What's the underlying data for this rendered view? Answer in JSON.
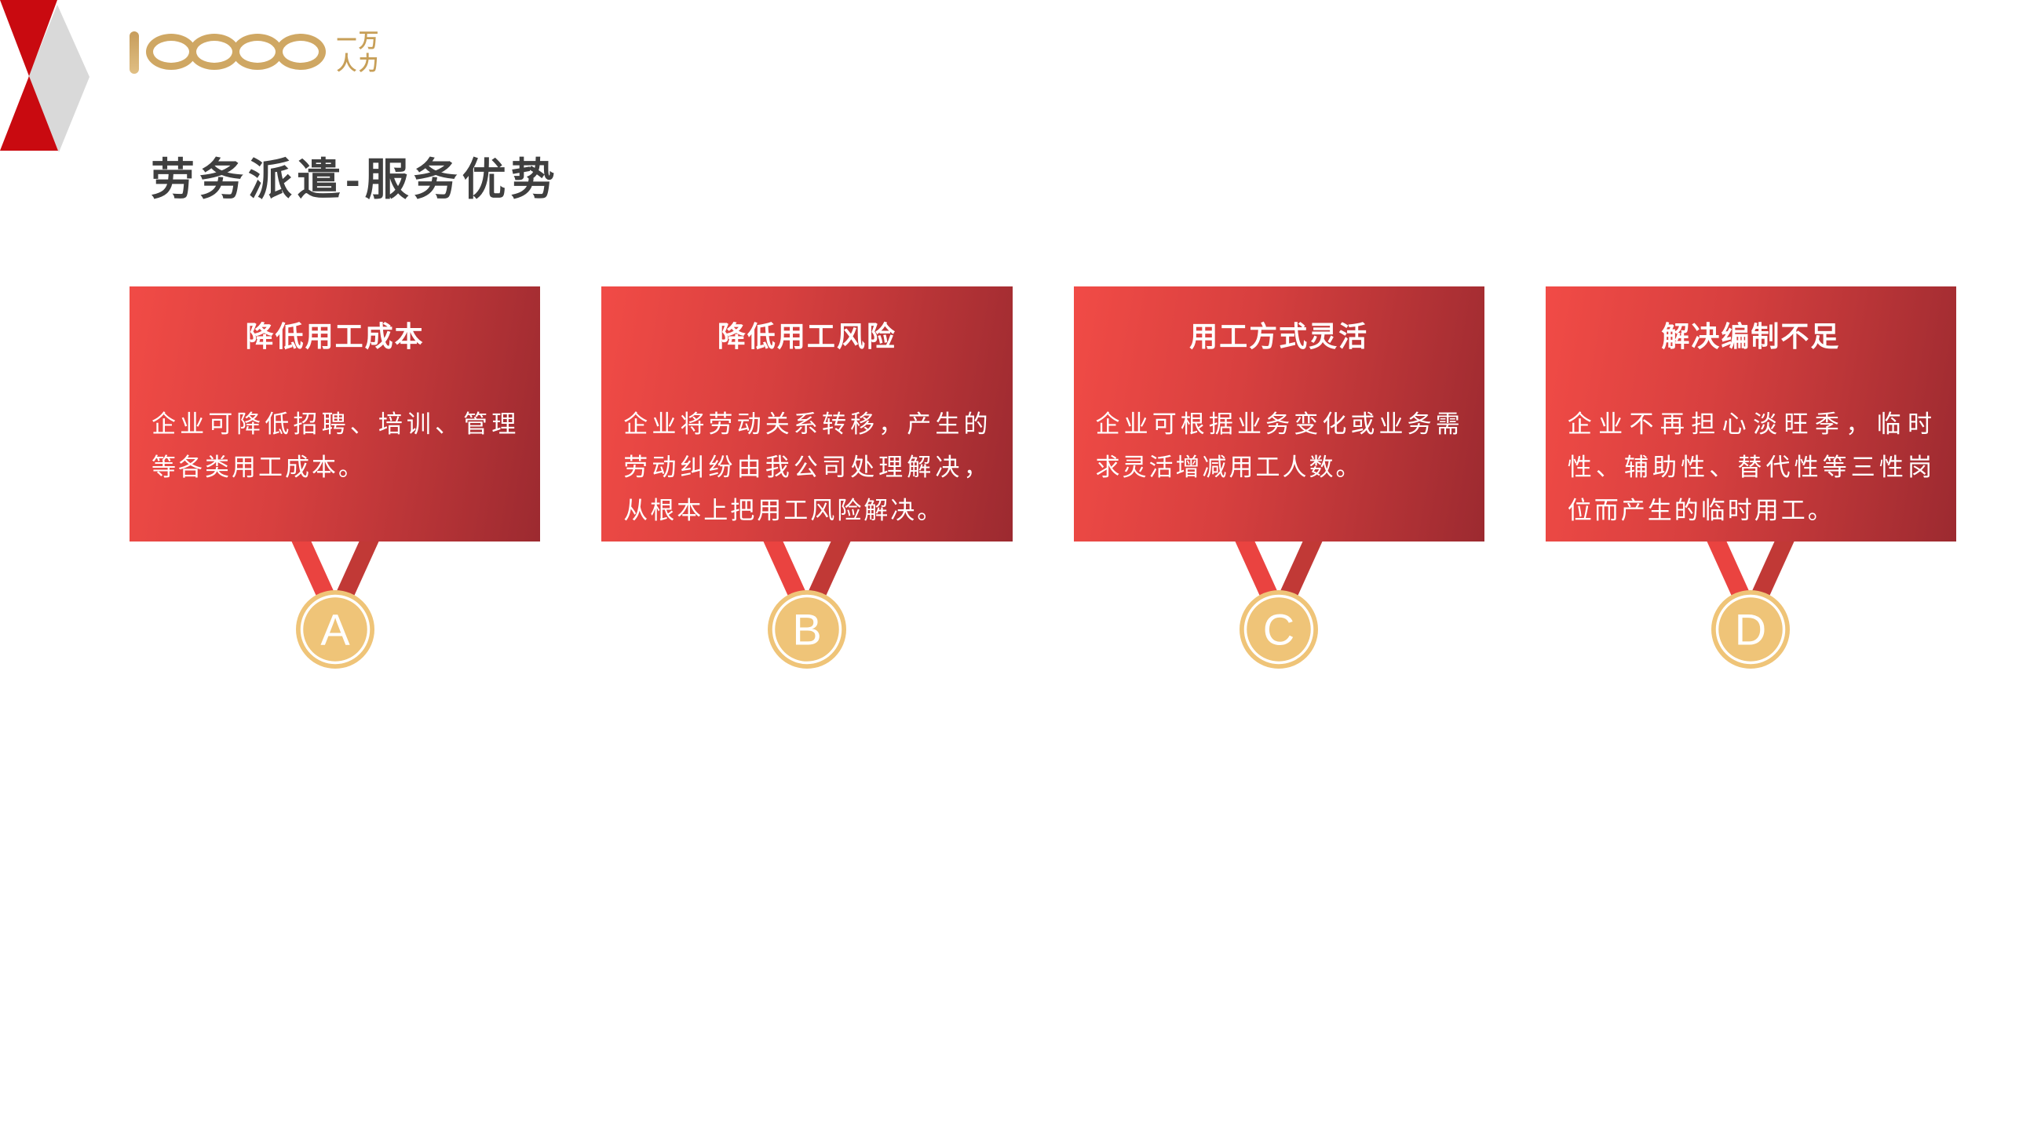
{
  "slide": {
    "title": "劳务派遣-服务优势"
  },
  "logo": {
    "number": "10000",
    "tagline_top": "一万",
    "tagline_bottom": "人力",
    "gold": "#cfa763"
  },
  "decoration": {
    "red": "#c90a10",
    "gray": "#d9d9d9"
  },
  "cards": [
    {
      "badge": "A",
      "title": "降低用工成本",
      "body": "企业可降低招聘、培训、管理等各类用工成本。"
    },
    {
      "badge": "B",
      "title": "降低用工风险",
      "body": "企业将劳动关系转移，产生的劳动纠纷由我公司处理解决，从根本上把用工风险解决。"
    },
    {
      "badge": "C",
      "title": "用工方式灵活",
      "body": "企业可根据业务变化或业务需求灵活增减用工人数。"
    },
    {
      "badge": "D",
      "title": "解决编制不足",
      "body": "企业不再担心淡旺季，临时性、辅助性、替代性等三性岗位而产生的临时用工。"
    }
  ],
  "colors": {
    "card_gradient_start": "#f14b46",
    "card_gradient_end": "#9c2a30",
    "ribbon_left": "#ea4340",
    "ribbon_right": "#c13936",
    "medal_fill": "#efc478",
    "medal_ring": "#ffffff",
    "title_text": "#3f3f3f"
  }
}
